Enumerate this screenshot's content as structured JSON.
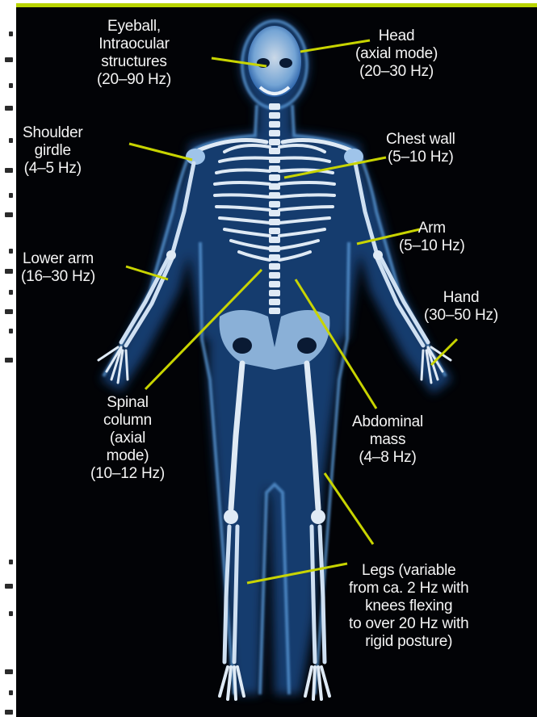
{
  "labels": [
    {
      "id": "eyeball",
      "text": "Eyeball,\nIntraocular\nstructures\n(20–90 Hz)"
    },
    {
      "id": "head",
      "text": "Head\n(axial mode)\n(20–30 Hz)"
    },
    {
      "id": "shoulder",
      "text": "Shoulder\ngirdle\n(4–5 Hz)"
    },
    {
      "id": "chest",
      "text": "Chest wall\n(5–10 Hz)"
    },
    {
      "id": "arm",
      "text": "Arm\n(5–10 Hz)"
    },
    {
      "id": "lower-arm",
      "text": "Lower arm\n(16–30 Hz)"
    },
    {
      "id": "hand",
      "text": "Hand\n(30–50 Hz)"
    },
    {
      "id": "spinal",
      "text": "Spinal\ncolumn\n(axial\nmode)\n(10–12 Hz)"
    },
    {
      "id": "abdominal",
      "text": "Abdominal\nmass\n(4–8 Hz)"
    },
    {
      "id": "legs",
      "text": "Legs (variable\nfrom ca. 2 Hz with\nknees flexing\nto over 20 Hz with\nrigid posture)"
    }
  ],
  "colors": {
    "background": "#020306",
    "leader_line": "#c8d400",
    "accent_bar": "#b9d400",
    "body_glow": "#3f83c8",
    "bone": "#dfeaf5",
    "text": "#f4f4f4"
  }
}
